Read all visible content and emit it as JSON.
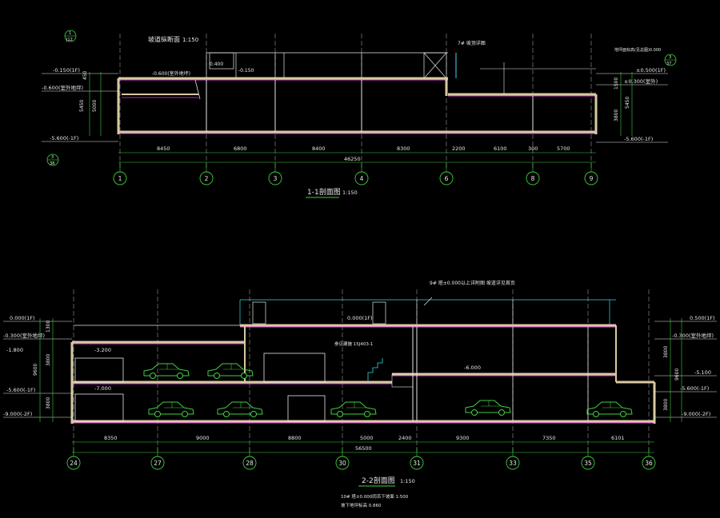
{
  "section1": {
    "title": "1-1剖面图",
    "scale": "1:150",
    "detail_title": "坡道纵断面",
    "detail_scale": "1:150",
    "top_note": "7# 坡顶详图",
    "right_note": "地坪面标高(见总图)0.000",
    "grid_labels": [
      "1",
      "2",
      "3",
      "4",
      "6",
      "8",
      "9"
    ],
    "dims": [
      "8450",
      "6800",
      "8400",
      "8300",
      "2200",
      "6100",
      "300",
      "5700"
    ],
    "total_dim": "46250",
    "elev_left": [
      "-0.150(1F)",
      "-0.600(室外地坪)",
      "-5.600(-1F)"
    ],
    "elev_right": [
      "±0.300(室外)",
      "±0.500(1F)",
      "-5.600(-1F)"
    ],
    "vert_dims_left": [
      "450",
      "5450",
      "5000"
    ],
    "vert_dims_right": [
      "1500",
      "5450",
      "3800"
    ],
    "level_labels": [
      "0.400",
      "-0.150",
      "-0.600(室外地坪)"
    ],
    "callouts": [
      {
        "top": "3",
        "bottom": "38"
      },
      {
        "top": "1",
        "bottom": "J12"
      },
      {
        "top": "3",
        "bottom": "37"
      }
    ]
  },
  "section2": {
    "title": "2-2剖面图",
    "scale": "1:150",
    "note1": "10# 塔±0.000同吊下坡面 1:500",
    "note2": "坡下地坪标高 0.860",
    "top_note": "9# 塔±0.000以上详附图 坡道详见首页",
    "mid_note": "参见建施 15J403-1",
    "grid_labels": [
      "24",
      "27",
      "28",
      "30",
      "31",
      "33",
      "35",
      "36"
    ],
    "dims": [
      "8350",
      "9000",
      "8800",
      "5000",
      "2400",
      "9300",
      "7350",
      "6101"
    ],
    "total_dim": "56500",
    "elev_left": [
      "0.000(1F)",
      "-0.300(室外地坪)",
      "-1.800",
      "-5.600(-1F)",
      "-9.000(-2F)"
    ],
    "elev_right": [
      "0.500(1F)",
      "-0.300(室外地坪)",
      "-5.100",
      "-5.600(-1F)",
      "-9.000(-2F)"
    ],
    "vert_dims_left": [
      "1300",
      "3800",
      "9600",
      "3800"
    ],
    "vert_dims_right": [
      "3800",
      "9600",
      "3800"
    ],
    "level_labels": [
      "-3.200",
      "-7.000",
      "0.000(1F)",
      "-6.000"
    ]
  },
  "colors": {
    "background": "#000000",
    "grid_green": "#3fd13f",
    "wall_tan": "#d9c9a3",
    "slab_magenta": "#e040e0",
    "cyan": "#38d8e8",
    "white_line": "#e8e8e8"
  },
  "icons": {
    "car": "car-icon",
    "callout": "callout-circle-icon"
  }
}
